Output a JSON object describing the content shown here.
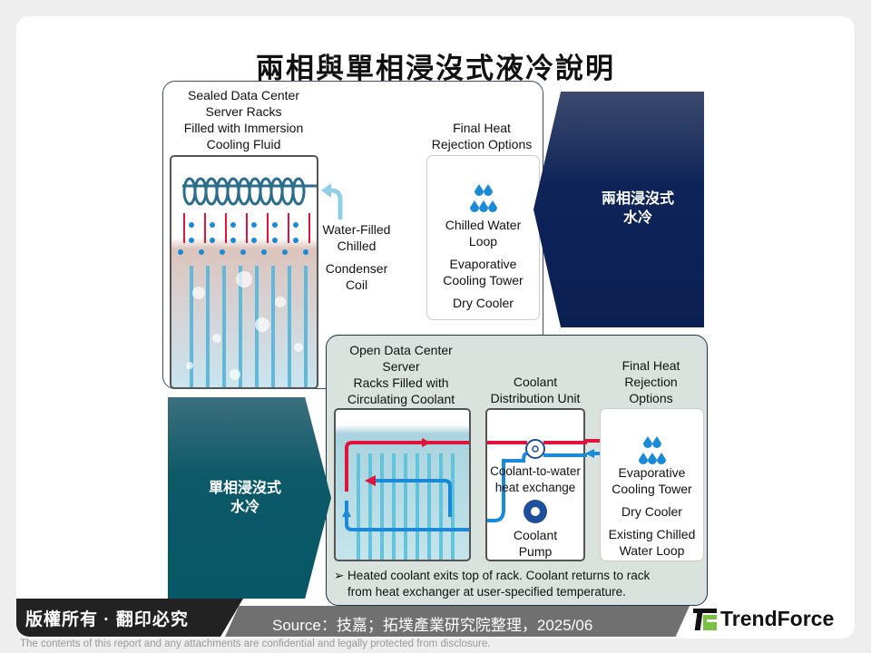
{
  "title": "兩相與單相浸沒式液冷說明",
  "two_phase": {
    "chevron_label_line1": "兩相浸沒式",
    "chevron_label_line2": "水冷",
    "rack_label": [
      "Sealed Data Center",
      "Server Racks",
      "Filled with Immersion",
      "Cooling Fluid"
    ],
    "condenser_label": [
      "Water-Filled",
      "Chilled"
    ],
    "condenser_label2": [
      "Condenser",
      "Coil"
    ],
    "heat_rejection_title": [
      "Final Heat",
      "Rejection Options"
    ],
    "heat_rejection_options": [
      "Chilled Water",
      "Loop",
      "Evaporative",
      "Cooling Tower",
      "Dry Cooler"
    ]
  },
  "single_phase": {
    "chevron_label_line1": "單相浸沒式",
    "chevron_label_line2": "水冷",
    "rack_label": [
      "Open Data Center",
      "Server",
      "Racks Filled with",
      "Circulating Coolant"
    ],
    "cdu_label": [
      "Coolant",
      "Distribution Unit"
    ],
    "heat_rejection_title": [
      "Final Heat",
      "Rejection",
      "Options"
    ],
    "exchanger_label": [
      "Coolant-to-water",
      "heat exchange"
    ],
    "pump_label": [
      "Coolant",
      "Pump"
    ],
    "heat_rejection_options": [
      "Evaporative",
      "Cooling Tower",
      "Dry Cooler",
      "Existing Chilled",
      "Water Loop"
    ],
    "note_line1": "➢ Heated coolant exits top of rack. Coolant returns to rack",
    "note_line2": "from heat exchanger at user-specified temperature."
  },
  "footer": {
    "copyright": "版權所有 · 翻印必究",
    "source": "Source：技嘉；拓墣產業研究院整理，2025/06",
    "logo_text": "TrendForce",
    "disclaimer": "The contents of this report and any attachments are confidential and legally protected from disclosure."
  },
  "colors": {
    "two_phase_chevron": "#0b1f53",
    "single_phase_chevron": "#075766",
    "hot": "#e0133c",
    "cold": "#1a8ad8",
    "logo_green": "#7ac143"
  }
}
